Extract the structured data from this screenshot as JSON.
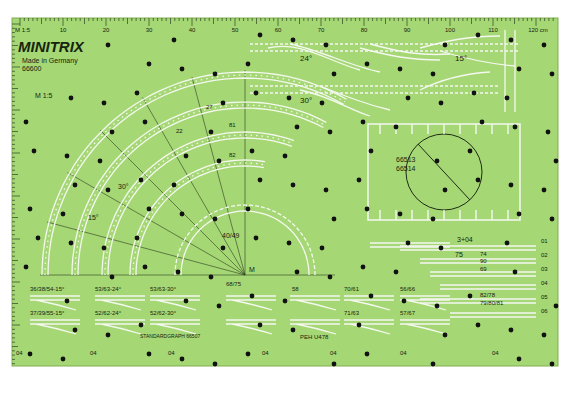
{
  "diagram": {
    "labels": [
      "MINITRIX",
      "Made in Germany",
      "66600",
      "M 1:5",
      "M 1:5",
      "10",
      "20",
      "30",
      "40",
      "50",
      "60",
      "70",
      "80",
      "90",
      "100",
      "110",
      "120 cm",
      "24°",
      "15°",
      "30°",
      "66513",
      "66514",
      "15°",
      "30°",
      "M",
      "40/49",
      "3+04",
      "75",
      "74",
      "90",
      "69",
      "82/78",
      "79/80/81",
      "01",
      "02",
      "03",
      "04",
      "05",
      "06",
      "36/38/54-15°",
      "53/63-24°",
      "53/63-30°",
      "68/75",
      "58",
      "70/61",
      "56/66",
      "37/39/55-15°",
      "52/62-24°",
      "52/62-30°",
      "71/63",
      "57/67",
      "STANDARDGRAPH 66507",
      "PEH U478",
      "04",
      "04",
      "04",
      "04",
      "04",
      "04",
      "04",
      "27",
      "22",
      "81",
      "82"
    ]
  }
}
